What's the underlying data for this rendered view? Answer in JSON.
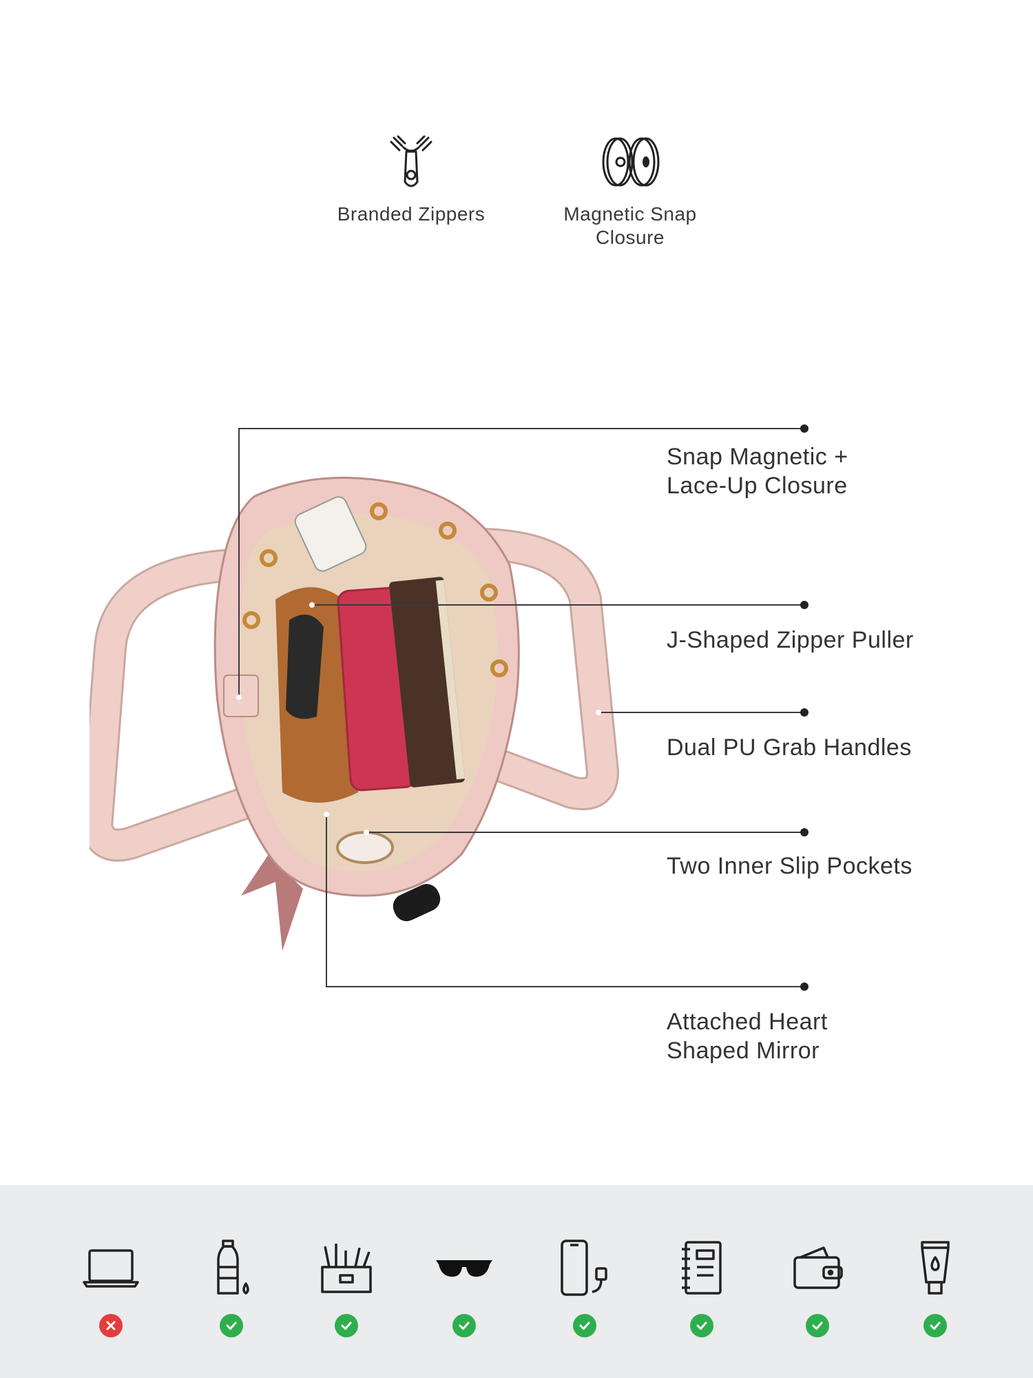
{
  "features": [
    {
      "label": "Branded Zippers",
      "icon": "zipper-icon"
    },
    {
      "label": "Magnetic Snap\nClosure",
      "icon": "magnetic-snap-icon"
    }
  ],
  "callouts": [
    {
      "label": "Snap Magnetic +\nLace-Up Closure"
    },
    {
      "label": "J-Shaped Zipper Puller"
    },
    {
      "label": "Dual PU Grab Handles"
    },
    {
      "label": "Two Inner Slip Pockets"
    },
    {
      "label": "Attached Heart\nShaped Mirror"
    }
  ],
  "essentials": [
    {
      "icon": "laptop-icon",
      "fits": false
    },
    {
      "icon": "water-bottle-icon",
      "fits": true
    },
    {
      "icon": "makeup-kit-icon",
      "fits": true
    },
    {
      "icon": "sunglasses-icon",
      "fits": true
    },
    {
      "icon": "phone-charger-icon",
      "fits": true
    },
    {
      "icon": "notebook-icon",
      "fits": true
    },
    {
      "icon": "wallet-icon",
      "fits": true
    },
    {
      "icon": "lotion-tube-icon",
      "fits": true
    }
  ],
  "colors": {
    "text": "#333333",
    "line": "#3a3a3a",
    "strip": "#ebeced",
    "yes": "#2fae4e",
    "no": "#e23d3d",
    "bag_pink": "#efc9c3",
    "bag_lining": "#e9d3bd"
  }
}
